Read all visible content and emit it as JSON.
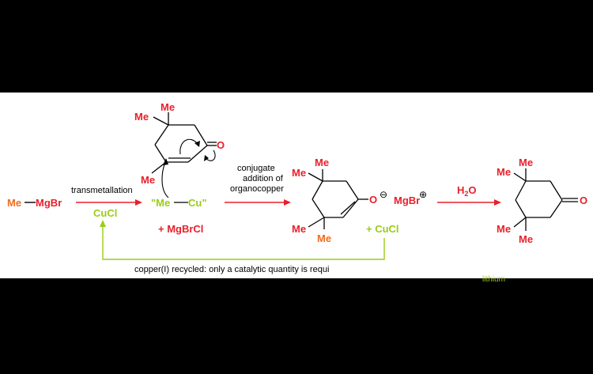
{
  "colors": {
    "red": "#e8202a",
    "orange": "#ef6c22",
    "green": "#9acd17",
    "black": "#000000",
    "panel": "#ffffff"
  },
  "labels": {
    "me": "Me",
    "mgbr": "MgBr",
    "cucl": "CuCl",
    "me_quote": "\"Me",
    "cu_quote": "Cu\"",
    "mgbrcl": "+ MgBrCl",
    "o": "O",
    "plus_cucl": "+ CuCl",
    "h2o_h": "H",
    "h2o_sub": "2",
    "h2o_o": "O",
    "minus": "⊖",
    "plus": "⊕"
  },
  "arrows": {
    "transmetallation": "transmetallation",
    "conjugate_line1": "conjugate",
    "conjugate_line2": "addition of",
    "conjugate_line3": "organocopper"
  },
  "footer": {
    "recycle_note": "copper(I) recycled: only a catalytic quantity is requi",
    "cut_text": "lithium"
  }
}
